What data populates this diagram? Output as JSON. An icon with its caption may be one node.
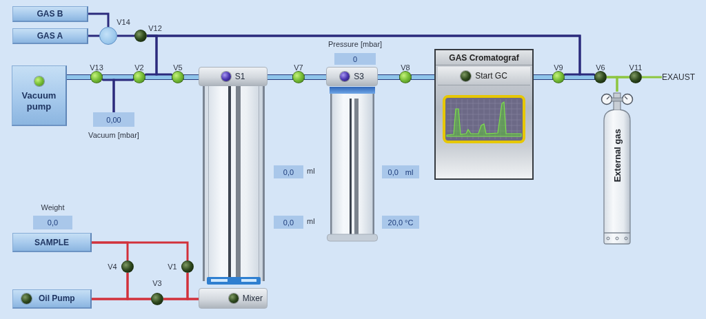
{
  "diagram": {
    "nodes": [
      {
        "text": [
          "GAS B"
        ]
      },
      {
        "text": [
          "GAS A"
        ]
      },
      {
        "text": [],
        "shape": "circle",
        "beside": [
          "V14"
        ]
      },
      {
        "text": [],
        "shape": "circle",
        "beside": [
          "V12"
        ]
      },
      {
        "text": [
          "Vacuum pump"
        ]
      },
      {
        "text": [],
        "shape": "circle",
        "beside": [
          "V13"
        ]
      },
      {
        "text": [],
        "shape": "circle",
        "beside": [
          "V2"
        ]
      },
      {
        "text": [],
        "shape": "circle",
        "beside": [
          "V5"
        ]
      },
      {
        "text": [
          "0,00"
        ],
        "beside": [
          "Vacuum [mbar]"
        ]
      },
      {
        "text": [
          "S1"
        ]
      },
      {
        "text": [],
        "shape": "circle",
        "beside": [
          "V7"
        ]
      },
      {
        "text": [
          "0"
        ],
        "beside": [
          "Pressure [mbar]"
        ]
      },
      {
        "text": [
          "S3"
        ]
      },
      {
        "text": [],
        "shape": "circle",
        "beside": [
          "V8"
        ]
      },
      {
        "text": [
          "GAS Cromatograf",
          "Start GC"
        ]
      },
      {
        "text": [],
        "shape": "circle",
        "beside": [
          "V9"
        ]
      },
      {
        "text": [],
        "shape": "circle",
        "beside": [
          "V6"
        ]
      },
      {
        "text": [],
        "shape": "circle",
        "beside": [
          "V11"
        ]
      },
      {
        "text": [
          "EXAUST"
        ]
      },
      {
        "text": [
          "0,0"
        ],
        "beside": [
          "ml"
        ]
      },
      {
        "text": [
          "0,0",
          "ml"
        ]
      },
      {
        "text": [
          "External gas"
        ]
      },
      {
        "text": [
          "0,0"
        ],
        "beside": [
          "Weight"
        ]
      },
      {
        "text": [
          "0,0"
        ],
        "beside": [
          "ml"
        ]
      },
      {
        "text": [
          "20,0 °C"
        ]
      },
      {
        "text": [
          "SAMPLE"
        ]
      },
      {
        "text": [],
        "shape": "circle",
        "beside": [
          "V4"
        ]
      },
      {
        "text": [],
        "shape": "circle",
        "beside": [
          "V1"
        ]
      },
      {
        "text": [],
        "shape": "circle",
        "beside": [
          "V3"
        ]
      },
      {
        "text": [
          "Oil Pump"
        ]
      },
      {
        "text": [
          "Mixer"
        ]
      }
    ],
    "edges": [
      {
        "from": 0,
        "to": 2,
        "arrow": "none",
        "color": "#2b2a7c"
      },
      {
        "from": 1,
        "to": 2,
        "arrow": "none",
        "color": "#2b2a7c"
      },
      {
        "from": 2,
        "to": 3,
        "arrow": "none",
        "color": "#2b2a7c"
      },
      {
        "from": 3,
        "to": 6,
        "arrow": "none",
        "color": "#2b2a7c"
      },
      {
        "from": 3,
        "to": 7,
        "arrow": "none",
        "color": "#2b2a7c"
      },
      {
        "from": 3,
        "to": 15,
        "arrow": "none",
        "color": "#2b2a7c"
      },
      {
        "from": 3,
        "to": 16,
        "arrow": "none",
        "color": "#2b2a7c"
      },
      {
        "from": 4,
        "to": 5,
        "arrow": "none",
        "style": "thick"
      },
      {
        "from": 5,
        "to": 6,
        "arrow": "none",
        "style": "thick"
      },
      {
        "from": 6,
        "to": 7,
        "arrow": "none",
        "style": "thick"
      },
      {
        "from": 7,
        "to": 9,
        "arrow": "none",
        "style": "thick"
      },
      {
        "from": 5,
        "to": 8,
        "arrow": "none",
        "color": "#2b2a7c"
      },
      {
        "from": 6,
        "to": 8,
        "arrow": "none",
        "color": "#2b2a7c"
      },
      {
        "from": 9,
        "to": 10,
        "arrow": "none",
        "style": "thick"
      },
      {
        "from": 10,
        "to": 12,
        "arrow": "none",
        "style": "thick"
      },
      {
        "from": 12,
        "to": 13,
        "arrow": "none",
        "style": "thick"
      },
      {
        "from": 13,
        "to": 14,
        "arrow": "none",
        "style": "thick"
      },
      {
        "from": 14,
        "to": 15,
        "arrow": "none",
        "style": "thick"
      },
      {
        "from": 15,
        "to": 16,
        "arrow": "none",
        "style": "thick"
      },
      {
        "from": 16,
        "to": 17,
        "arrow": "none",
        "color": "#8dc63f"
      },
      {
        "from": 17,
        "to": 18,
        "arrow": "none",
        "color": "#8dc63f"
      },
      {
        "from": 16,
        "to": 21,
        "arrow": "none",
        "color": "#8dc63f"
      },
      {
        "from": 17,
        "to": 21,
        "arrow": "none",
        "color": "#8dc63f"
      },
      {
        "from": 25,
        "to": 26,
        "arrow": "none",
        "color": "#d2313b"
      },
      {
        "from": 25,
        "to": 27,
        "arrow": "none",
        "color": "#d2313b"
      },
      {
        "from": 26,
        "to": 29,
        "arrow": "none",
        "color": "#d2313b"
      },
      {
        "from": 26,
        "to": 28,
        "arrow": "none",
        "color": "#d2313b"
      },
      {
        "from": 27,
        "to": 28,
        "arrow": "none",
        "color": "#d2313b"
      },
      {
        "from": 27,
        "to": 30,
        "arrow": "none",
        "color": "#d2313b"
      },
      {
        "from": 29,
        "to": 28,
        "arrow": "none",
        "color": "#d2313b"
      },
      {
        "from": 28,
        "to": 30,
        "arrow": "none",
        "color": "#d2313b"
      }
    ]
  }
}
